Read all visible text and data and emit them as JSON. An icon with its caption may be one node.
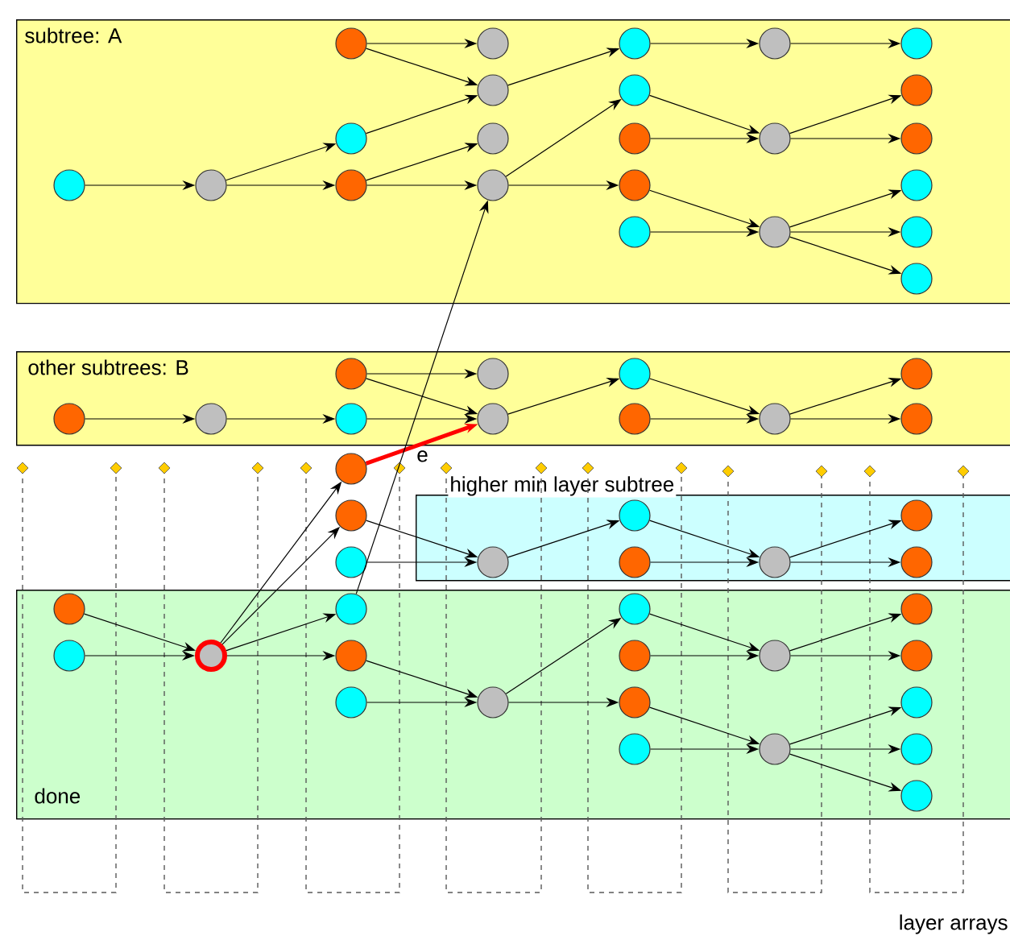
{
  "diagram": {
    "nodes": [
      {
        "text": [
          "subtree: A"
        ]
      },
      {
        "text": [],
        "shape": "circle",
        "in": 0
      },
      {
        "text": [],
        "shape": "circle",
        "in": 0
      },
      {
        "text": [],
        "shape": "circle",
        "in": 0
      },
      {
        "text": [],
        "shape": "circle",
        "in": 0
      },
      {
        "text": [],
        "shape": "circle",
        "in": 0
      },
      {
        "text": [],
        "shape": "circle",
        "in": 0
      },
      {
        "text": [],
        "shape": "circle",
        "in": 0
      },
      {
        "text": [],
        "shape": "circle",
        "in": 0
      },
      {
        "text": [],
        "shape": "circle",
        "in": 0
      },
      {
        "text": [],
        "shape": "circle",
        "in": 0
      },
      {
        "text": [],
        "shape": "circle",
        "in": 0
      },
      {
        "text": [],
        "shape": "circle",
        "in": 0
      },
      {
        "text": [],
        "shape": "circle",
        "in": 0
      },
      {
        "text": [],
        "shape": "circle",
        "in": 0
      },
      {
        "text": [],
        "shape": "circle",
        "in": 0
      },
      {
        "text": [],
        "shape": "circle",
        "in": 0
      },
      {
        "text": [],
        "shape": "circle",
        "in": 0
      },
      {
        "text": [],
        "shape": "circle",
        "in": 0
      },
      {
        "text": [],
        "shape": "circle",
        "in": 0
      },
      {
        "text": [],
        "shape": "circle",
        "in": 0
      },
      {
        "text": [],
        "shape": "circle",
        "in": 0
      },
      {
        "text": [],
        "shape": "circle",
        "in": 0
      },
      {
        "text": [],
        "shape": "circle",
        "in": 0
      },
      {
        "text": [
          "other subtrees: B"
        ]
      },
      {
        "text": [],
        "shape": "circle",
        "in": 24
      },
      {
        "text": [],
        "shape": "circle",
        "in": 24
      },
      {
        "text": [],
        "shape": "circle",
        "in": 24
      },
      {
        "text": [],
        "shape": "circle",
        "in": 24
      },
      {
        "text": [],
        "shape": "circle",
        "in": 24
      },
      {
        "text": [],
        "shape": "circle",
        "in": 24
      },
      {
        "text": [],
        "shape": "circle",
        "in": 24
      },
      {
        "text": [],
        "shape": "circle",
        "in": 24
      },
      {
        "text": [],
        "shape": "circle",
        "in": 24
      },
      {
        "text": [],
        "shape": "circle",
        "in": 24
      },
      {
        "text": [],
        "shape": "circle",
        "in": 24
      },
      {
        "text": [],
        "shape": "circle"
      },
      {
        "text": [],
        "shape": "circle"
      },
      {
        "text": [],
        "shape": "circle"
      },
      {
        "text": [
          "higher min layer subtree"
        ]
      },
      {
        "text": [],
        "shape": "circle",
        "in": 39
      },
      {
        "text": [],
        "shape": "circle",
        "in": 39
      },
      {
        "text": [],
        "shape": "circle",
        "in": 39
      },
      {
        "text": [],
        "shape": "circle",
        "in": 39
      },
      {
        "text": [],
        "shape": "circle",
        "in": 39
      },
      {
        "text": [],
        "shape": "circle",
        "in": 39
      },
      {
        "text": [
          "done"
        ]
      },
      {
        "text": [],
        "shape": "circle",
        "in": 46
      },
      {
        "text": [],
        "shape": "circle",
        "in": 46
      },
      {
        "text": [],
        "shape": "circle",
        "in": 46
      },
      {
        "text": [],
        "shape": "circle",
        "in": 46
      },
      {
        "text": [],
        "shape": "circle",
        "in": 46
      },
      {
        "text": [],
        "shape": "circle",
        "in": 46
      },
      {
        "text": [],
        "shape": "circle",
        "in": 46
      },
      {
        "text": [],
        "shape": "circle",
        "in": 46
      },
      {
        "text": [],
        "shape": "circle",
        "in": 46
      },
      {
        "text": [],
        "shape": "circle",
        "in": 46
      },
      {
        "text": [],
        "shape": "circle",
        "in": 46
      },
      {
        "text": [],
        "shape": "circle",
        "in": 46
      },
      {
        "text": [],
        "shape": "circle",
        "in": 46
      },
      {
        "text": [],
        "shape": "circle",
        "in": 46
      },
      {
        "text": [],
        "shape": "circle",
        "in": 46
      },
      {
        "text": [],
        "shape": "circle",
        "in": 46
      },
      {
        "text": [],
        "shape": "circle",
        "in": 46
      },
      {
        "text": [],
        "shape": "circle",
        "in": 46
      }
    ],
    "edges": [
      {
        "from": 14,
        "to": 15,
        "arrow": "to"
      },
      {
        "from": 15,
        "to": 9,
        "arrow": "to"
      },
      {
        "from": 15,
        "to": 16,
        "arrow": "to"
      },
      {
        "from": 1,
        "to": 2,
        "arrow": "to"
      },
      {
        "from": 1,
        "to": 6,
        "arrow": "to"
      },
      {
        "from": 9,
        "to": 6,
        "arrow": "to"
      },
      {
        "from": 16,
        "to": 10,
        "arrow": "to"
      },
      {
        "from": 16,
        "to": 17,
        "arrow": "to"
      },
      {
        "from": 6,
        "to": 3,
        "arrow": "to"
      },
      {
        "from": 17,
        "to": 7,
        "arrow": "to"
      },
      {
        "from": 17,
        "to": 18,
        "arrow": "to"
      },
      {
        "from": 3,
        "to": 4,
        "arrow": "to"
      },
      {
        "from": 4,
        "to": 5,
        "arrow": "to"
      },
      {
        "from": 7,
        "to": 12,
        "arrow": "to"
      },
      {
        "from": 11,
        "to": 12,
        "arrow": "to"
      },
      {
        "from": 12,
        "to": 8,
        "arrow": "to"
      },
      {
        "from": 12,
        "to": 13,
        "arrow": "to"
      },
      {
        "from": 18,
        "to": 21,
        "arrow": "to"
      },
      {
        "from": 20,
        "to": 21,
        "arrow": "to"
      },
      {
        "from": 21,
        "to": 19,
        "arrow": "to"
      },
      {
        "from": 21,
        "to": 22,
        "arrow": "to"
      },
      {
        "from": 21,
        "to": 23,
        "arrow": "to"
      },
      {
        "from": 25,
        "to": 26,
        "arrow": "to"
      },
      {
        "from": 25,
        "to": 32,
        "arrow": "to"
      },
      {
        "from": 29,
        "to": 30,
        "arrow": "to"
      },
      {
        "from": 30,
        "to": 31,
        "arrow": "to"
      },
      {
        "from": 31,
        "to": 32,
        "arrow": "to"
      },
      {
        "from": 32,
        "to": 27,
        "arrow": "to"
      },
      {
        "from": 27,
        "to": 34,
        "arrow": "to"
      },
      {
        "from": 33,
        "to": 34,
        "arrow": "to"
      },
      {
        "from": 34,
        "to": 28,
        "arrow": "to"
      },
      {
        "from": 34,
        "to": 35,
        "arrow": "to"
      },
      {
        "from": 36,
        "to": 32,
        "arrow": "to",
        "label": "e",
        "style": "thick",
        "color": "#ff0000"
      },
      {
        "from": 48,
        "to": 17,
        "arrow": "to"
      },
      {
        "from": 37,
        "to": 42,
        "arrow": "to"
      },
      {
        "from": 38,
        "to": 42,
        "arrow": "to"
      },
      {
        "from": 42,
        "to": 40,
        "arrow": "to"
      },
      {
        "from": 40,
        "to": 44,
        "arrow": "to"
      },
      {
        "from": 43,
        "to": 44,
        "arrow": "to"
      },
      {
        "from": 44,
        "to": 41,
        "arrow": "to"
      },
      {
        "from": 44,
        "to": 45,
        "arrow": "to"
      },
      {
        "from": 47,
        "to": 52,
        "arrow": "to"
      },
      {
        "from": 51,
        "to": 52,
        "arrow": "to"
      },
      {
        "from": 52,
        "to": 36,
        "arrow": "to"
      },
      {
        "from": 52,
        "to": 37,
        "arrow": "to"
      },
      {
        "from": 52,
        "to": 48,
        "arrow": "to"
      },
      {
        "from": 52,
        "to": 53,
        "arrow": "to"
      },
      {
        "from": 53,
        "to": 58,
        "arrow": "to"
      },
      {
        "from": 57,
        "to": 58,
        "arrow": "to"
      },
      {
        "from": 58,
        "to": 49,
        "arrow": "to"
      },
      {
        "from": 58,
        "to": 59,
        "arrow": "to"
      },
      {
        "from": 49,
        "to": 55,
        "arrow": "to"
      },
      {
        "from": 54,
        "to": 55,
        "arrow": "to"
      },
      {
        "from": 55,
        "to": 50,
        "arrow": "to"
      },
      {
        "from": 55,
        "to": 56,
        "arrow": "to"
      },
      {
        "from": 59,
        "to": 62,
        "arrow": "to"
      },
      {
        "from": 61,
        "to": 62,
        "arrow": "to"
      },
      {
        "from": 62,
        "to": 60,
        "arrow": "to"
      },
      {
        "from": 62,
        "to": 63,
        "arrow": "to"
      },
      {
        "from": 62,
        "to": 64,
        "arrow": "to"
      }
    ],
    "labels": [
      "layer arrays"
    ]
  }
}
